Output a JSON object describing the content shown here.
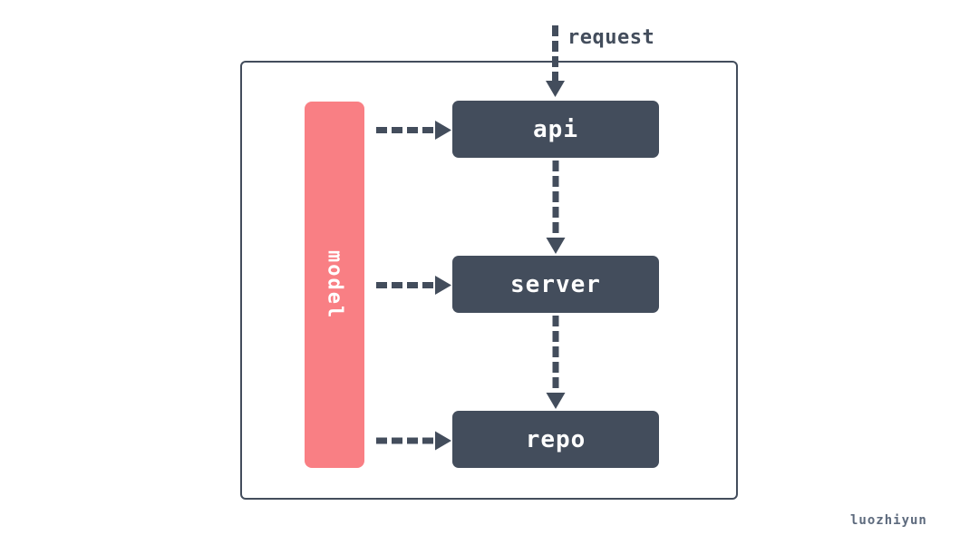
{
  "labels": {
    "request": "request",
    "model": "model",
    "watermark": "luozhiyun"
  },
  "nodes": [
    {
      "label": "api"
    },
    {
      "label": "server"
    },
    {
      "label": "repo"
    }
  ],
  "colors": {
    "background": "#ffffff",
    "container_border": "#434d5c",
    "node_fill": "#434d5c",
    "node_text": "#ffffff",
    "model_fill": "#f97f84",
    "model_text": "#ffffff",
    "arrow": "#434d5c",
    "request_text": "#434d5c",
    "watermark_text": "#5d6a7d"
  }
}
